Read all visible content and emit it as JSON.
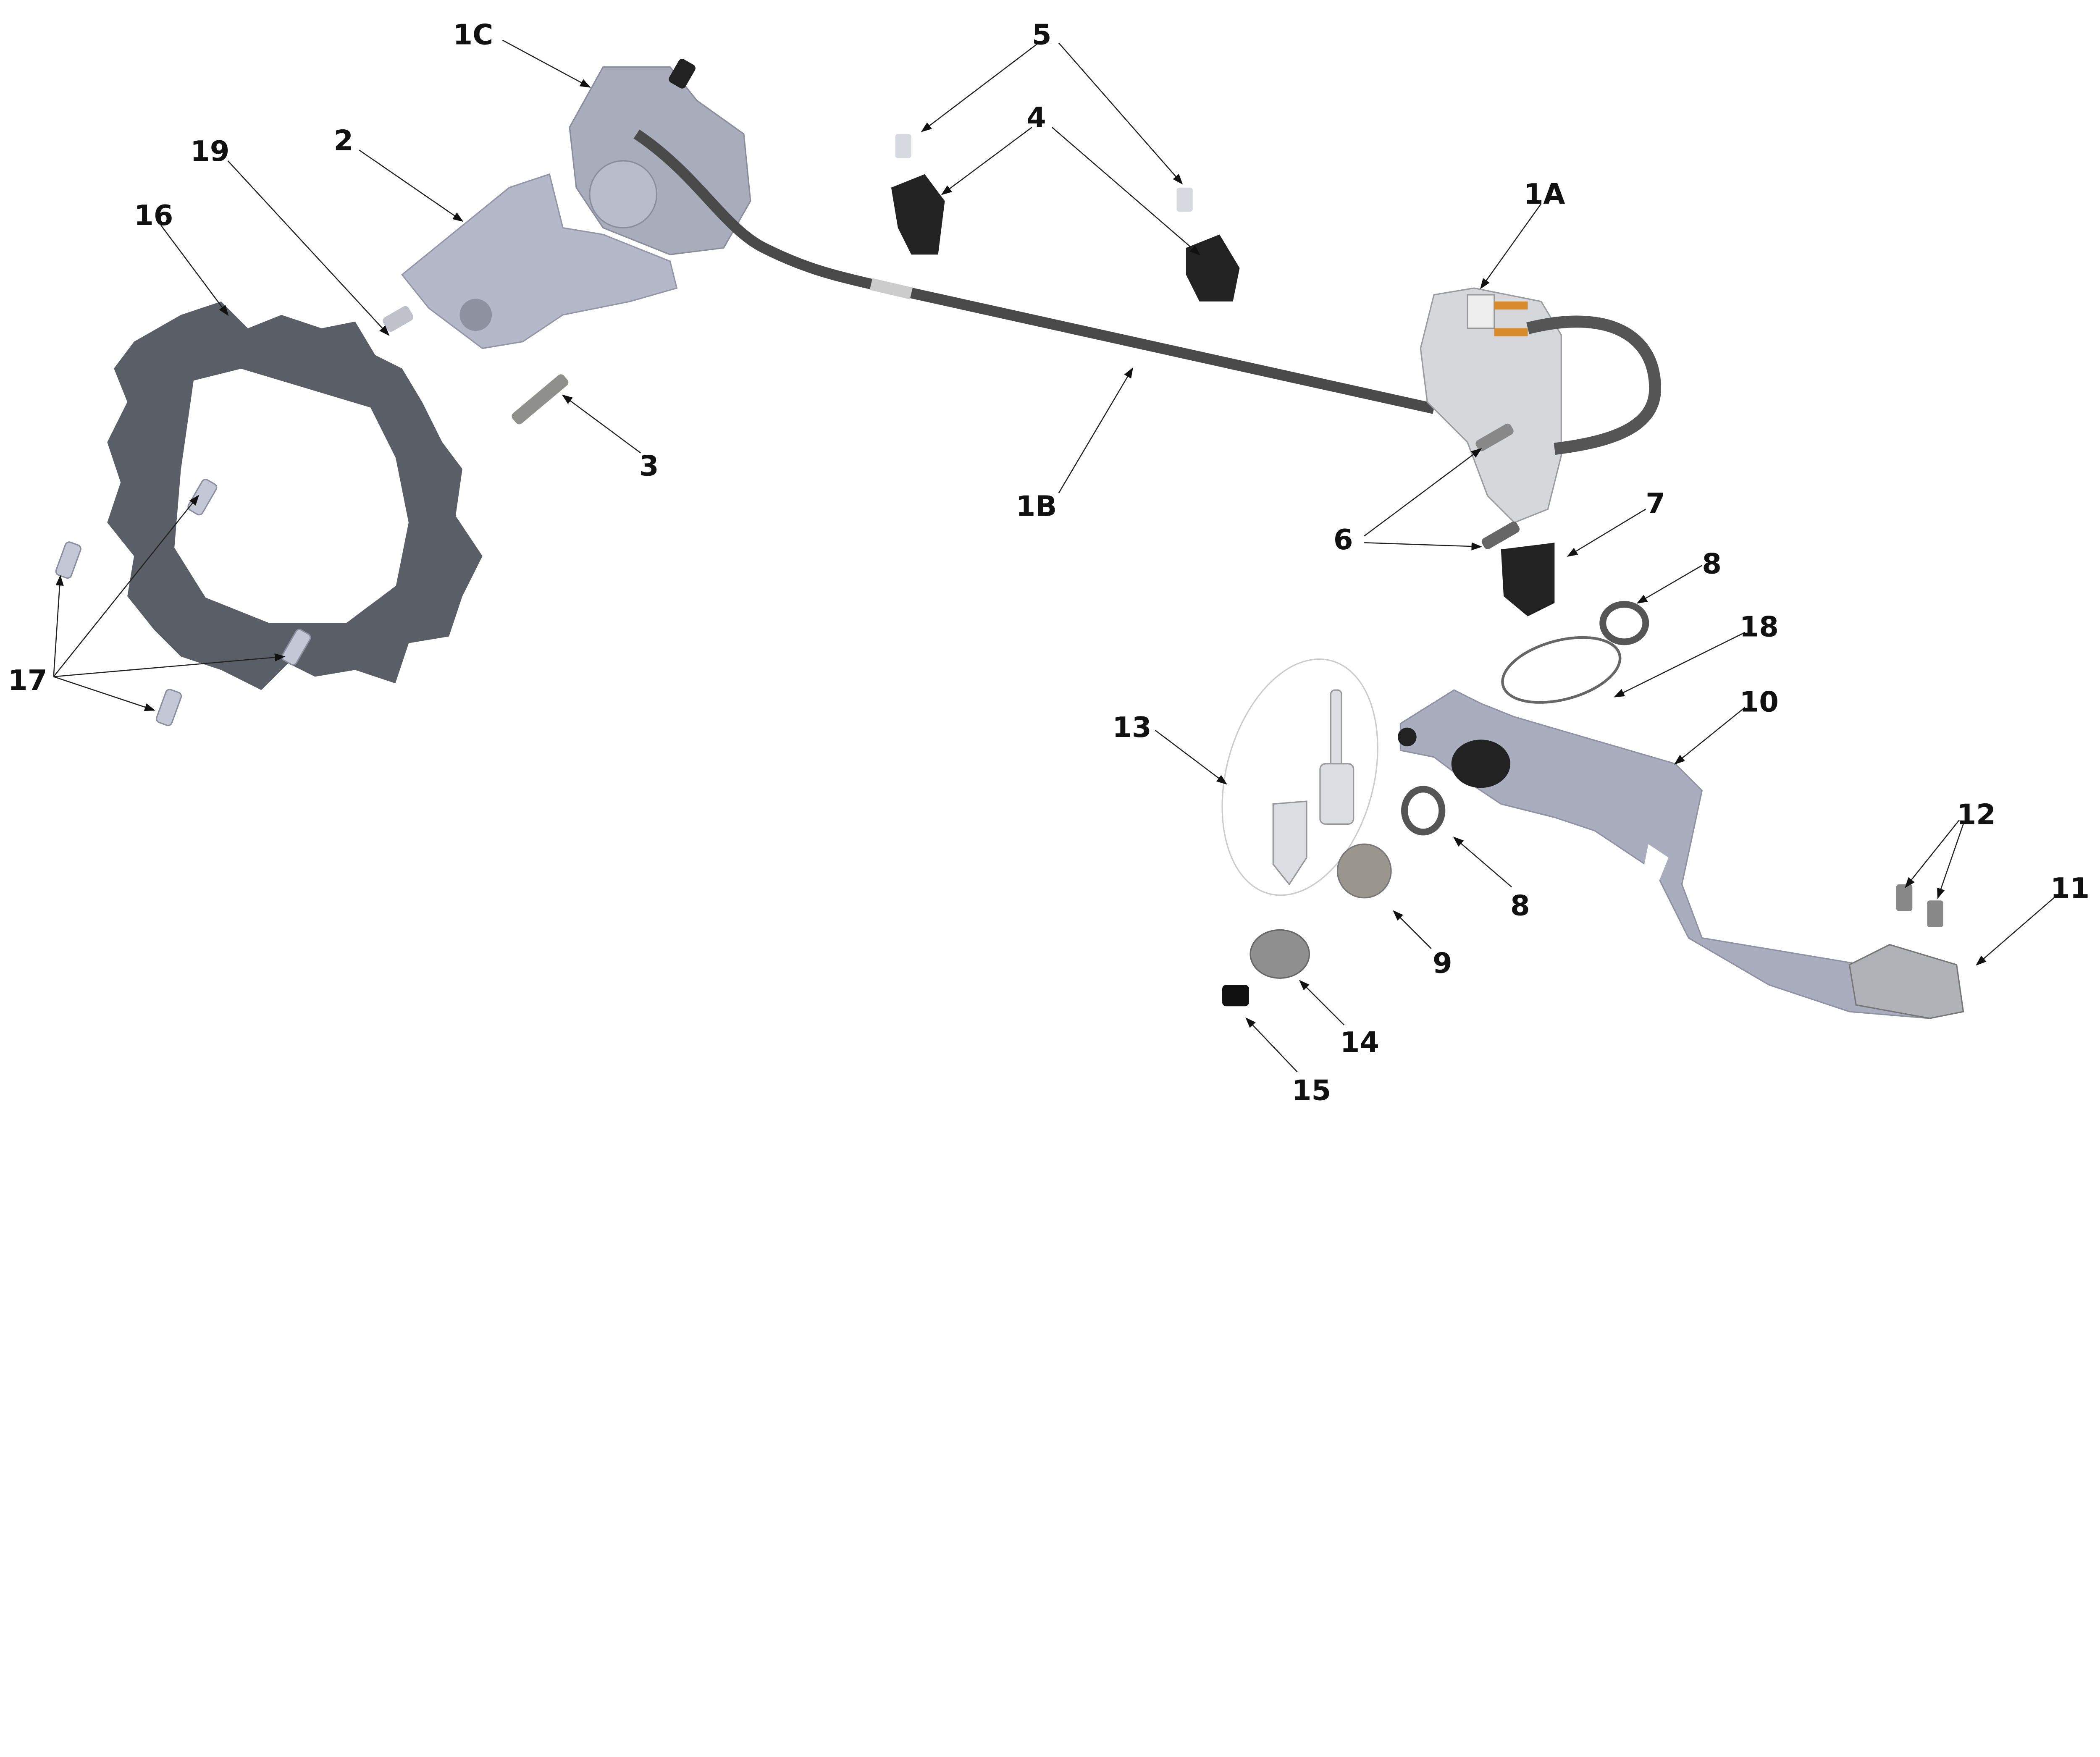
{
  "diagram": {
    "title_labels": {
      "caliper": "1C",
      "screw_clip": "5",
      "hose_clip": "4",
      "bleeder": "19",
      "caliper_bracket": "2",
      "disc": "16",
      "master_cylinder": "1A",
      "bracket_bolt": "3",
      "brake_line": "1B",
      "boot": "7",
      "mc_bolts": "6",
      "washer_top": "8",
      "spring": "18",
      "disc_bolts": "17",
      "pedal": "10",
      "clevis_kit": "13",
      "tip_screws": "12",
      "washer_bottom": "8",
      "pedal_tip": "11",
      "pivot_bolt": "9",
      "spacer": "14",
      "spacer_screw": "15"
    },
    "colors": {
      "disc": "#5a5e66",
      "aluminium": "#b9bcc7",
      "pedal": "#a9adbd",
      "hose": "#4a4a4a",
      "rubber": "#222222",
      "orange_seal": "#d98a2a"
    }
  }
}
